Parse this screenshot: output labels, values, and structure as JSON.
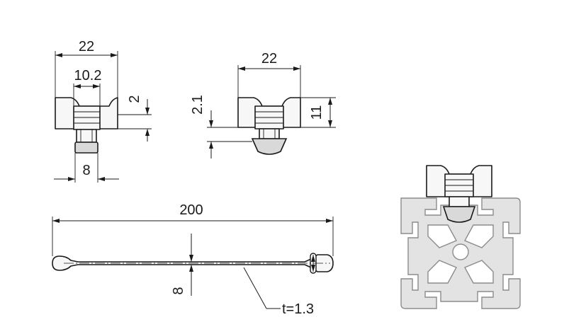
{
  "dimensions": {
    "top_left_width": "22",
    "top_left_inner_width": "10.2",
    "top_left_side": "2",
    "top_left_base": "8",
    "top_mid_width": "22",
    "top_mid_left_height": "2.1",
    "top_mid_right_height": "11",
    "bar_length": "200",
    "bar_width": "8",
    "bar_thickness": "t=1.3"
  }
}
